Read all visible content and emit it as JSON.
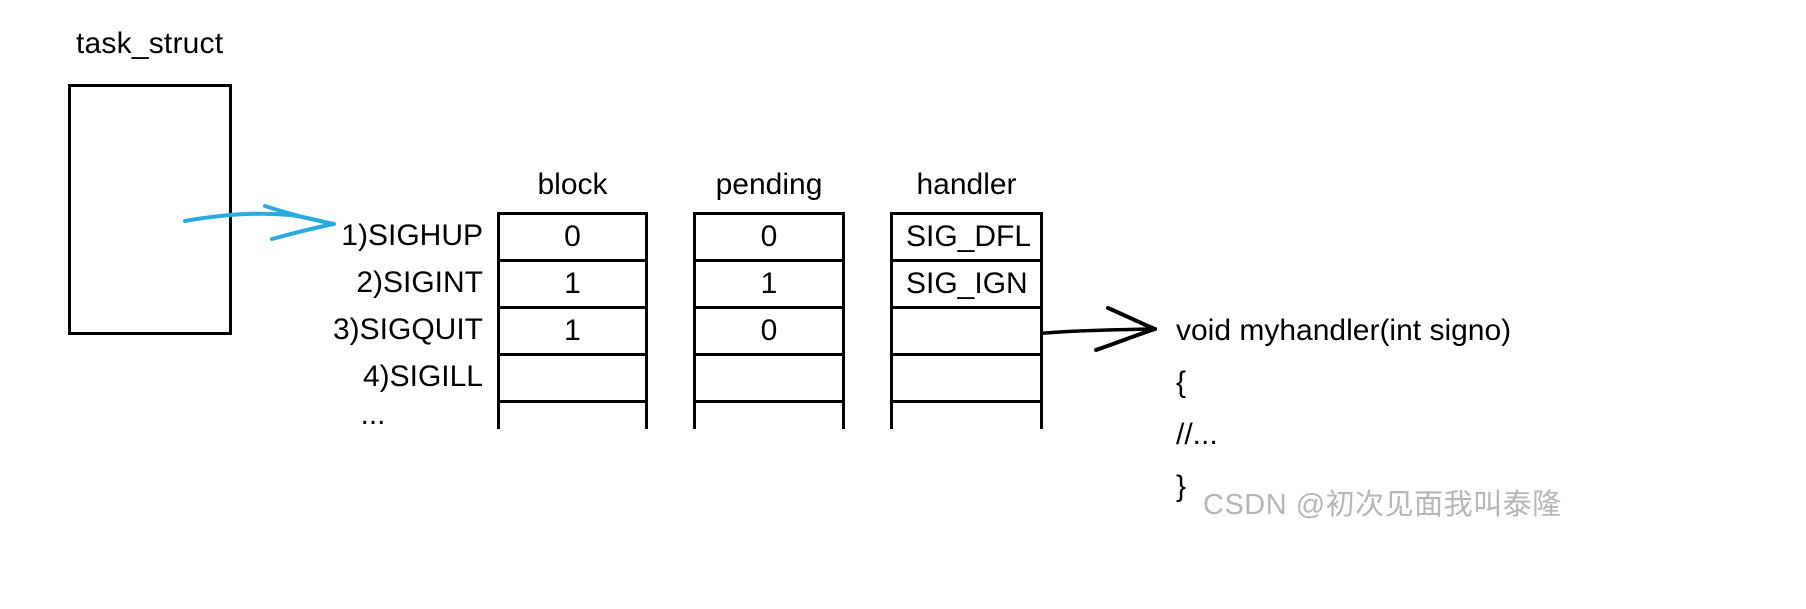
{
  "diagram": {
    "title_label": "task_struct",
    "signal_rows": [
      "1)SIGHUP",
      "2)SIGINT",
      "3)SIGQUIT",
      "4)SIGILL",
      "..."
    ],
    "columns": [
      {
        "header": "block",
        "cells": [
          "0",
          "1",
          "1",
          "",
          ""
        ]
      },
      {
        "header": "pending",
        "cells": [
          "0",
          "1",
          "0",
          "",
          ""
        ]
      },
      {
        "header": "handler",
        "cells": [
          "SIG_DFL",
          "SIG_IGN",
          "",
          "",
          ""
        ]
      }
    ],
    "code_lines": [
      "void myhandler(int signo)",
      "{",
      "//...",
      "}"
    ],
    "arrows": {
      "task_struct_to_table_color": "#29ABE2",
      "handler_to_code_color": "#000000"
    }
  },
  "watermark": {
    "text": "CSDN @初次见面我叫泰隆",
    "color": "#b6b6b6"
  }
}
